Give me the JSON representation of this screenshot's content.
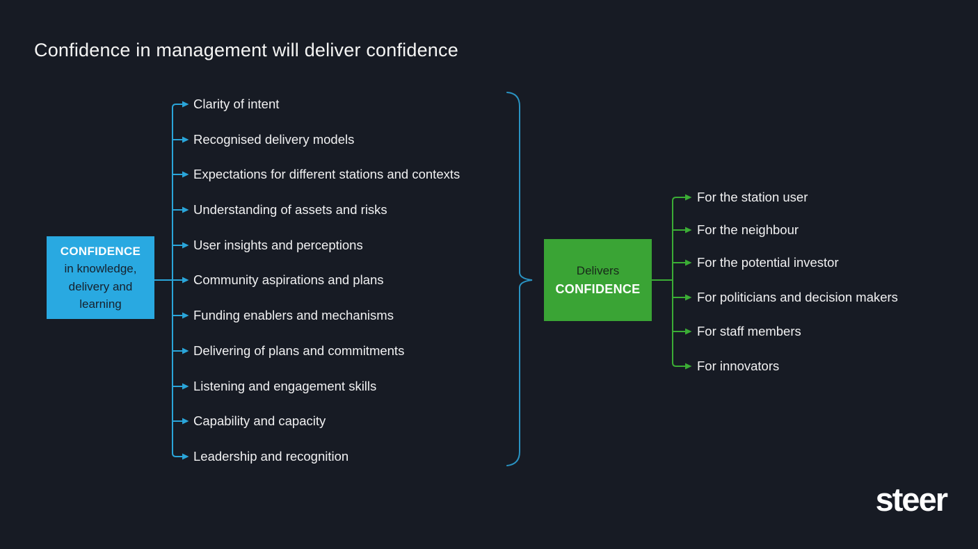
{
  "slide": {
    "title": "Confidence in management will deliver confidence",
    "logo_text": "steer",
    "background_color": "#171b24",
    "accent_cyan": "#29a9e1",
    "accent_green": "#3aa435"
  },
  "left_box": {
    "heading": "CONFIDENCE",
    "subtitle": "in knowledge, delivery and learning"
  },
  "left_items": [
    "Clarity of intent",
    "Recognised delivery models",
    "Expectations for different stations and contexts",
    "Understanding of assets and risks",
    "User insights and perceptions",
    "Community aspirations and plans",
    "Funding enablers and mechanisms",
    "Delivering of plans and commitments",
    "Listening and engagement skills",
    "Capability and capacity",
    "Leadership and recognition"
  ],
  "right_box": {
    "line1": "Delivers",
    "line2": "CONFIDENCE"
  },
  "right_items": [
    "For the station user",
    "For the neighbour",
    "For the potential investor",
    "For politicians and decision makers",
    "For staff members",
    "For innovators"
  ]
}
